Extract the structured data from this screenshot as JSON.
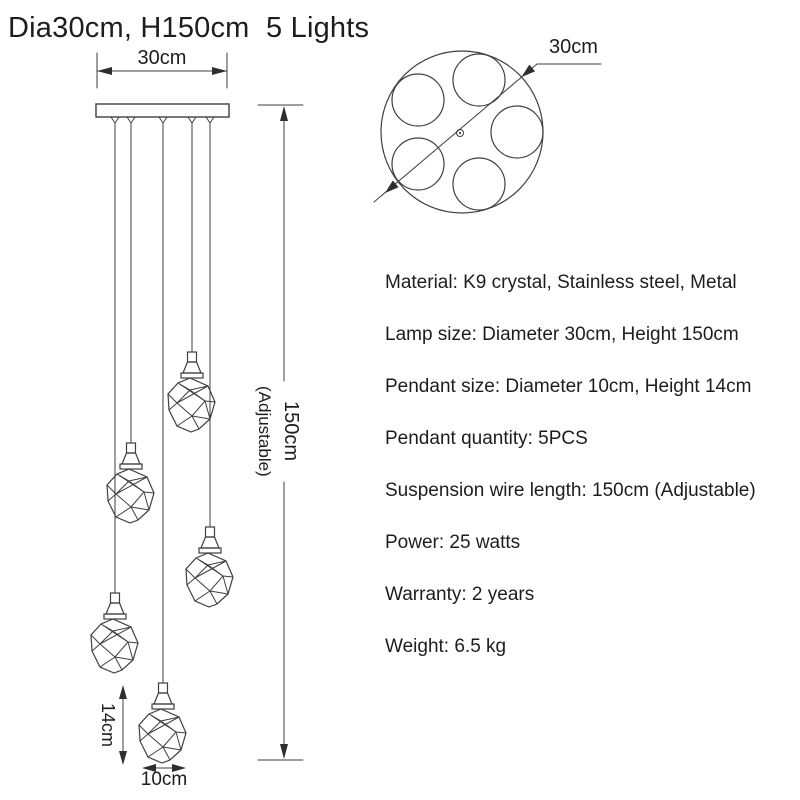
{
  "title": "Dia30cm, H150cm  5 Lights",
  "colors": {
    "background": "#ffffff",
    "line": "#3f3f3f",
    "arrow_fill": "#2e2e2e",
    "text": "#1d1d1d"
  },
  "elevation_view": {
    "canopy_width_label": "30cm",
    "drop_height_label": "150cm",
    "drop_height_note": "(Adjustable)",
    "pendant_height_label": "14cm",
    "pendant_diameter_label": "10cm"
  },
  "top_view": {
    "diameter_label": "30cm"
  },
  "specs": [
    {
      "text": "Material: K9 crystal, Stainless steel, Metal"
    },
    {
      "text": "Lamp size: Diameter 30cm, Height 150cm"
    },
    {
      "text": "Pendant size: Diameter 10cm, Height 14cm"
    },
    {
      "text": "Pendant quantity: 5PCS"
    },
    {
      "text": "Suspension wire length: 150cm (Adjustable)"
    },
    {
      "text": "Power: 25 watts"
    },
    {
      "text": "Warranty: 2 years"
    },
    {
      "text": "Weight: 6.5 kg"
    }
  ]
}
